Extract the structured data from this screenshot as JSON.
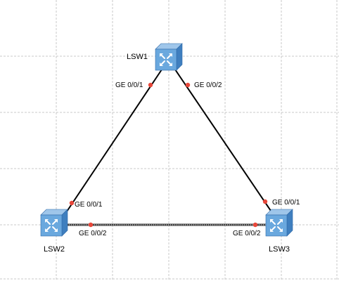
{
  "colors": {
    "grid": "#c9c9c9",
    "link": "#000000",
    "port_dot": "#e8473a",
    "switch_top": "#9fc6ea",
    "switch_front": "#5f9fd8",
    "switch_side": "#3f7fbf"
  },
  "devices": [
    {
      "id": "LSW1",
      "name": "LSW1",
      "icon": "layer3-switch-icon"
    },
    {
      "id": "LSW2",
      "name": "LSW2",
      "icon": "layer3-switch-icon"
    },
    {
      "id": "LSW3",
      "name": "LSW3",
      "icon": "layer3-switch-icon"
    }
  ],
  "links": [
    {
      "from": "LSW1",
      "from_port": "GE 0/0/1",
      "to": "LSW2",
      "to_port": "GE 0/0/1",
      "style": "solid"
    },
    {
      "from": "LSW1",
      "from_port": "GE 0/0/2",
      "to": "LSW3",
      "to_port": "GE 0/0/1",
      "style": "solid"
    },
    {
      "from": "LSW2",
      "from_port": "GE 0/0/2",
      "to": "LSW3",
      "to_port": "GE 0/0/2",
      "style": "dashed"
    }
  ]
}
